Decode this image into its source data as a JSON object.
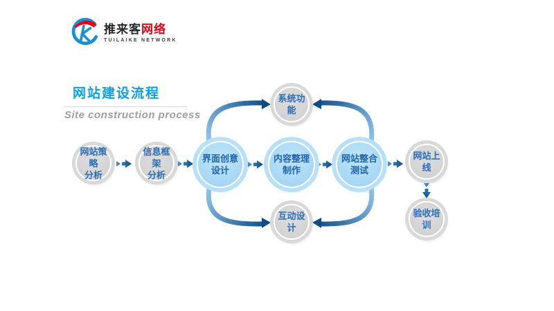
{
  "logo": {
    "brand_cn_dark": "推来客",
    "brand_cn_red": "网络",
    "brand_en": "TUILAIKE NETWORK"
  },
  "header": {
    "title": "网站建设流程",
    "subtitle": "Site construction process"
  },
  "flow": {
    "steps": [
      {
        "line1": "网站策略",
        "line2": "分析",
        "style": "gray"
      },
      {
        "line1": "信息框架",
        "line2": "分析",
        "style": "gray"
      },
      {
        "line1": "界面创意",
        "line2": "设计",
        "style": "blue"
      },
      {
        "line1": "内容整理",
        "line2": "制作",
        "style": "blue"
      },
      {
        "line1": "网站整合",
        "line2": "测试",
        "style": "blue"
      },
      {
        "line1": "网站上线",
        "line2": "",
        "style": "gray"
      }
    ],
    "branch_top": {
      "label": "系统功能"
    },
    "branch_bottom": {
      "label": "互动设计"
    },
    "final_step": {
      "label": "验收培训"
    }
  },
  "colors": {
    "title_blue": "#09a0e8",
    "subtitle_gray": "#9e9e9e",
    "circle_text_blue": "#2a6db5",
    "blue_circle_fill": "#9cd1f2",
    "blue_circle_ring": "#b9e0f7",
    "gray_circle_fill": "#d3d3d3",
    "gray_circle_ring": "#d9d9d9",
    "arrow_light": "#8fc3ea",
    "arrow_dark": "#0d4d86",
    "logo_red": "#e60012",
    "logo_blue": "#1a8fd1",
    "logo_dark": "#262626"
  }
}
